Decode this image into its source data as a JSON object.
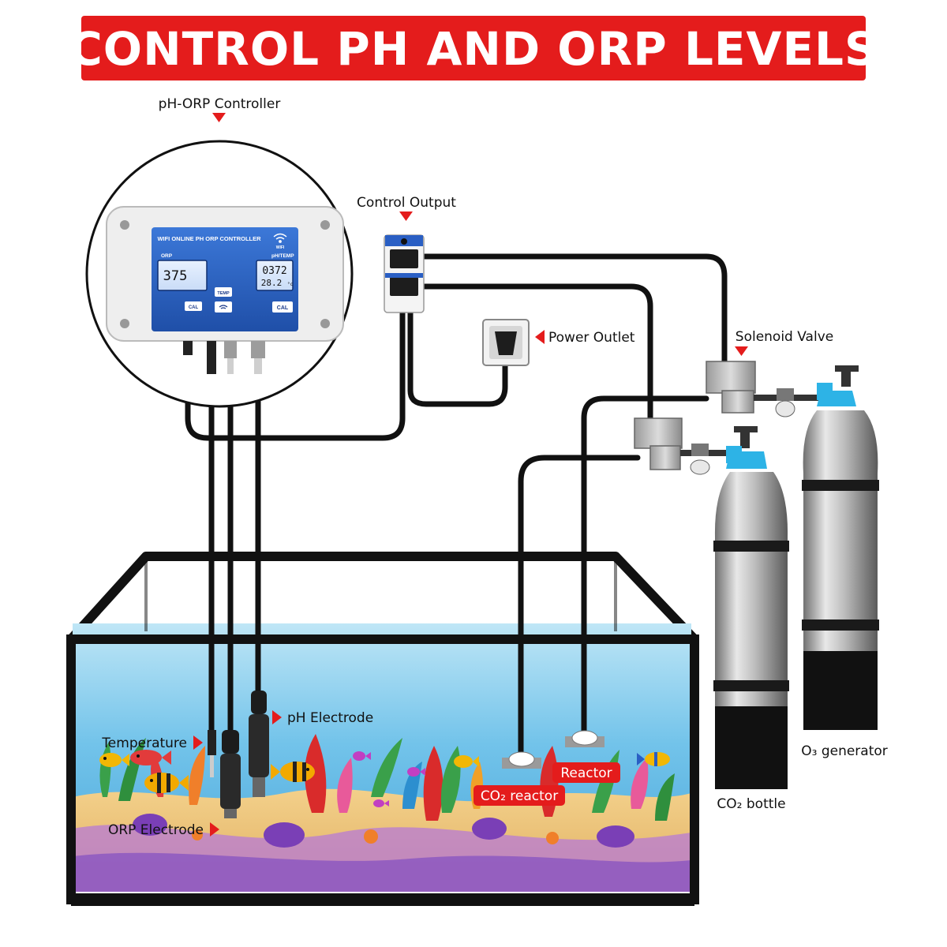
{
  "banner": {
    "title": "CONTROL PH AND ORP LEVELS",
    "color": "#e41c1c"
  },
  "labels": {
    "controller": "pH-ORP Controller",
    "control_output": "Control Output",
    "power_outlet": "Power Outlet",
    "solenoid_valve": "Solenoid Valve",
    "ph_electrode": "pH Electrode",
    "temperature": "Temperature",
    "orp_electrode": "ORP Electrode",
    "co2_reactor": "CO₂ reactor",
    "reactor": "Reactor",
    "o3_generator": "O₃ generator",
    "co2_bottle": "CO₂ bottle"
  },
  "device": {
    "title": "WIFI ONLINE PH ORP CONTROLLER",
    "wifi_label": "WIFI",
    "orp_header": "ORP",
    "orp_value": "375",
    "ph_header": "pH/TEMP",
    "ph_value": "0372",
    "temp_value": "28.2",
    "temp_unit": "°c",
    "btn_cal_left": "CAL",
    "btn_temp": "TEMP",
    "btn_cal_right": "CAL"
  },
  "colors": {
    "accent_red": "#e41c1c",
    "device_blue": "#2a5fc4",
    "water": "#7ec8ea"
  }
}
